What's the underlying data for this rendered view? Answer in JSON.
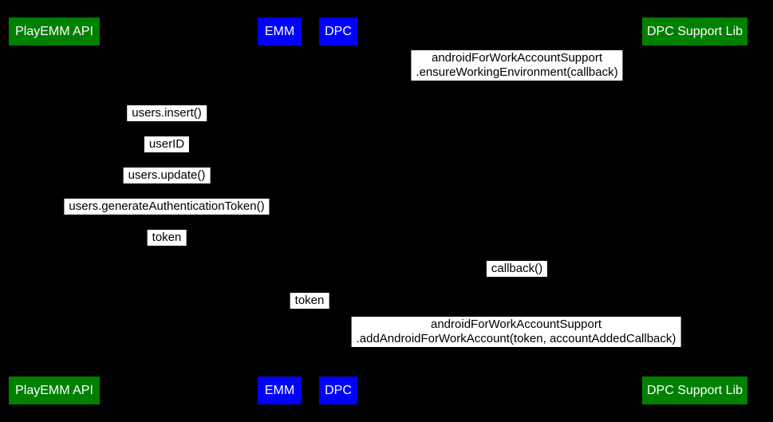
{
  "diagram": {
    "type": "sequence-diagram",
    "colors": {
      "background": "#000000",
      "actor_green": "#008000",
      "actor_blue": "#0000FF",
      "actor_text": "#FFFFFF",
      "message_bg": "#FFFFFF",
      "message_text": "#000000"
    },
    "participants": [
      {
        "label": "PlayEMM API",
        "color": "#008000"
      },
      {
        "label": "EMM",
        "color": "#0000FF"
      },
      {
        "label": "DPC",
        "color": "#0000FF"
      },
      {
        "label": "DPC Support Lib",
        "color": "#008000"
      }
    ],
    "messages": [
      {
        "lines": [
          "androidForWorkAccountSupport",
          ".ensureWorkingEnvironment(callback)"
        ]
      },
      {
        "lines": [
          "users.insert()"
        ]
      },
      {
        "lines": [
          "userID"
        ]
      },
      {
        "lines": [
          "users.update()"
        ]
      },
      {
        "lines": [
          "users.generateAuthenticationToken()"
        ]
      },
      {
        "lines": [
          "token"
        ]
      },
      {
        "lines": [
          "callback()"
        ]
      },
      {
        "lines": [
          "token"
        ]
      },
      {
        "lines": [
          "androidForWorkAccountSupport",
          ".addAndroidForWorkAccount(token, accountAddedCallback)"
        ]
      }
    ]
  }
}
